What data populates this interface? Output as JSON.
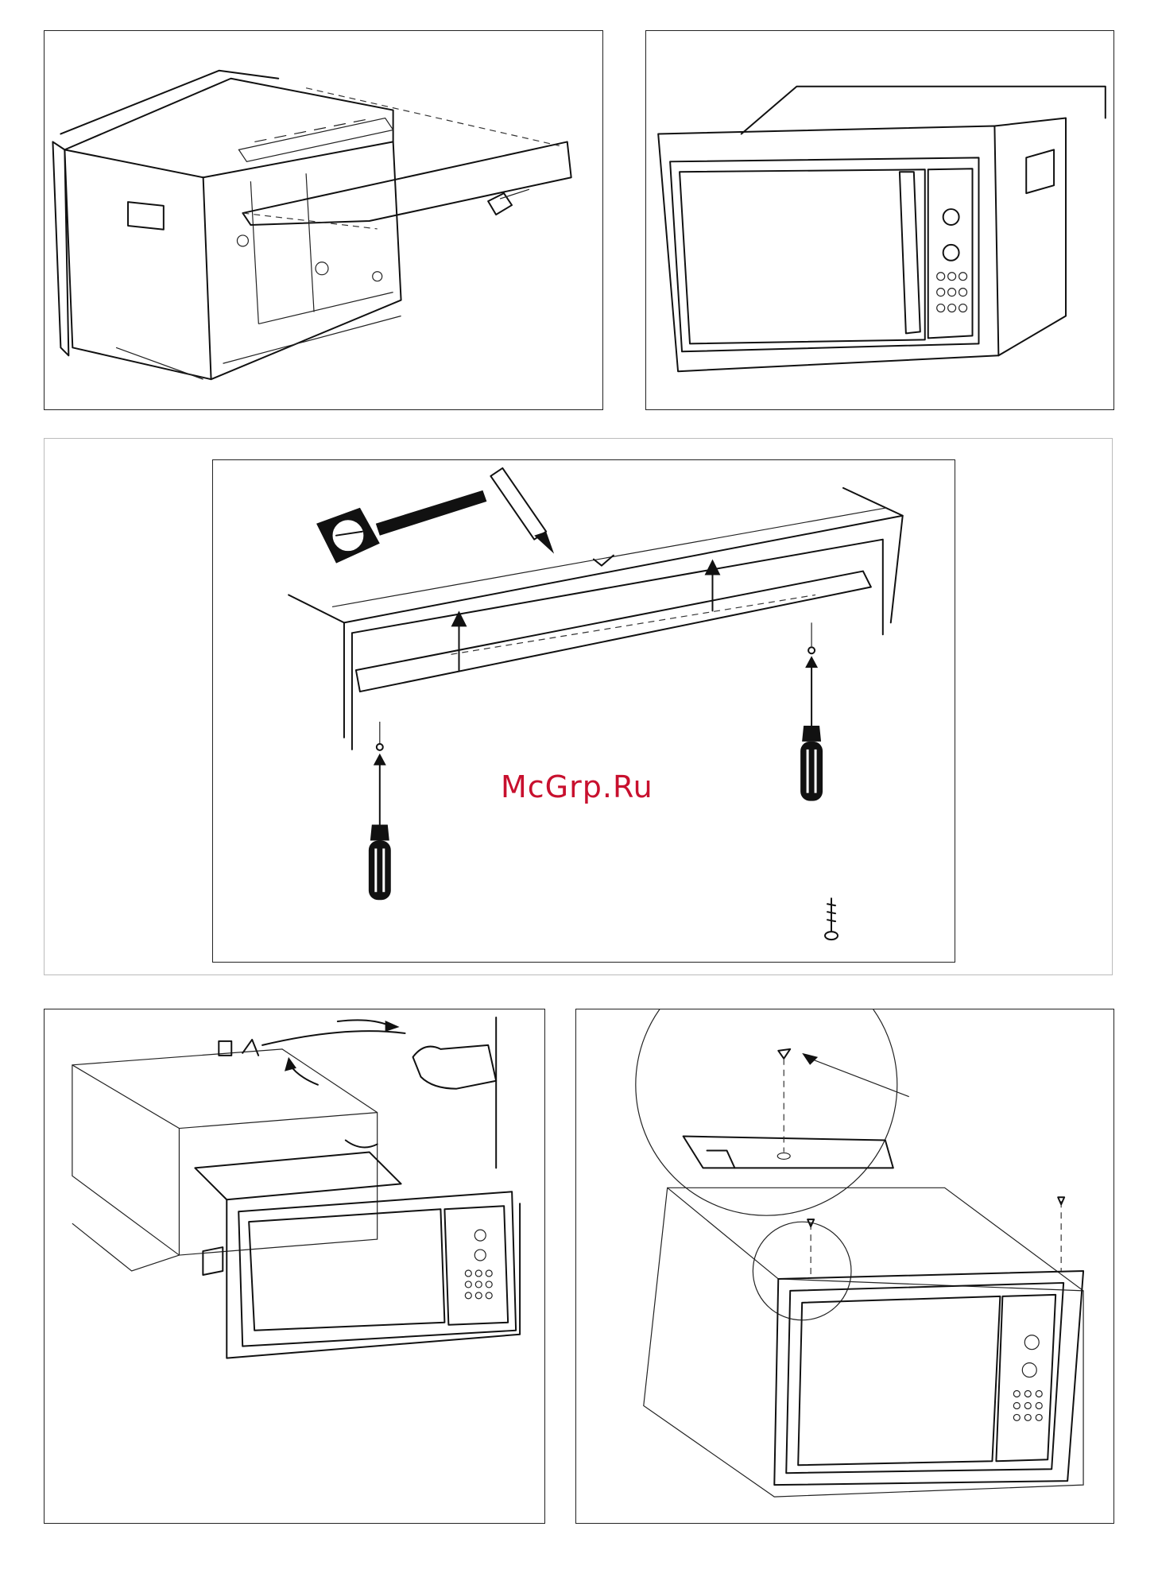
{
  "watermark": {
    "text": "McGrp.Ru",
    "color": "#c8102e"
  },
  "figures": [
    {
      "id": "fig-1",
      "icon": "microwave-top-bracket-removal-illustration"
    },
    {
      "id": "fig-2",
      "icon": "built-in-frame-illustration"
    },
    {
      "id": "fig-3",
      "icon": "cabinet-bracket-mounting-illustration",
      "tools": [
        "tape-measure-icon",
        "pencil-icon",
        "screwdriver-icon",
        "screw-icon"
      ]
    },
    {
      "id": "fig-4",
      "icon": "insert-microwave-into-cabinet-illustration"
    },
    {
      "id": "fig-5",
      "icon": "frame-screw-fixing-illustration"
    }
  ]
}
